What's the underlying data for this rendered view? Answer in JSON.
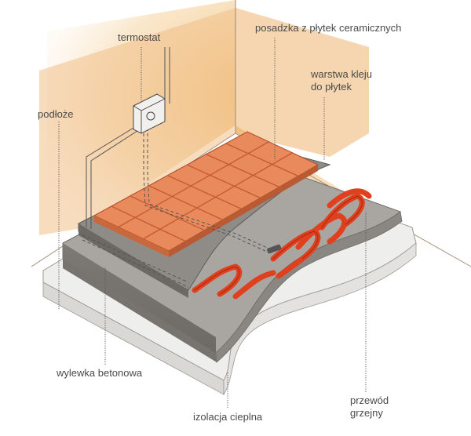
{
  "labels": {
    "termostat": "termostat",
    "posadzka": "posadzka z płytek ceramicznych",
    "warstwa_kleju_line1": "warstwa kleju",
    "warstwa_kleju_line2": "do płytek",
    "podloze": "podłoże",
    "wylewka": "wylewka betonowa",
    "izolacja": "izolacja cieplna",
    "przewod_line1": "przewód",
    "przewod_line2": "grzejny"
  },
  "colors": {
    "wall": "#f3c98d",
    "tile": "#e98a5c",
    "tile_grout": "#c45a34",
    "adhesive": "#8d8a86",
    "concrete": "#a8a5a1",
    "insulation": "#ececea",
    "cable": "#e0401e"
  },
  "icons": {
    "thermostat": "thermostat-box-icon"
  }
}
